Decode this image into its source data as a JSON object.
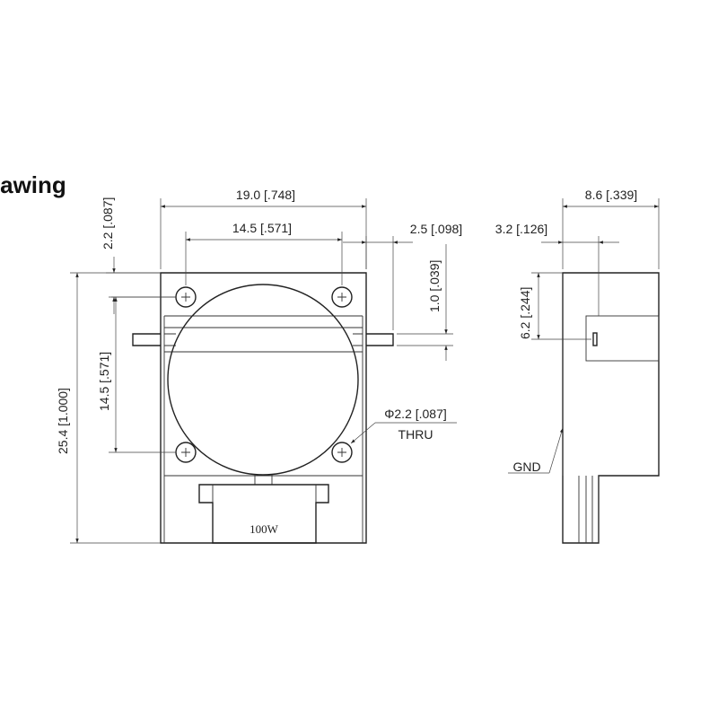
{
  "heading": "rawing",
  "front_view": {
    "dim_width": "19.0 [.748]",
    "dim_hole_spacing_h": "14.5 [.571]",
    "dim_top_hole_offset": "2.2 [.087]",
    "dim_tab_length": "2.5 [.098]",
    "dim_tab_thickness": "1.0 [.039]",
    "dim_hole_spacing_v": "14.5 [.571]",
    "dim_height": "25.4 [1.000]",
    "dim_hole_diameter": "Φ2.2 [.087]",
    "dim_hole_note": "THRU",
    "resistor_label": "100W"
  },
  "side_view": {
    "dim_depth": "8.6 [.339]",
    "dim_tab_offset": "3.2 [.126]",
    "dim_tab_height": "6.2 [.244]",
    "gnd_label": "GND"
  }
}
